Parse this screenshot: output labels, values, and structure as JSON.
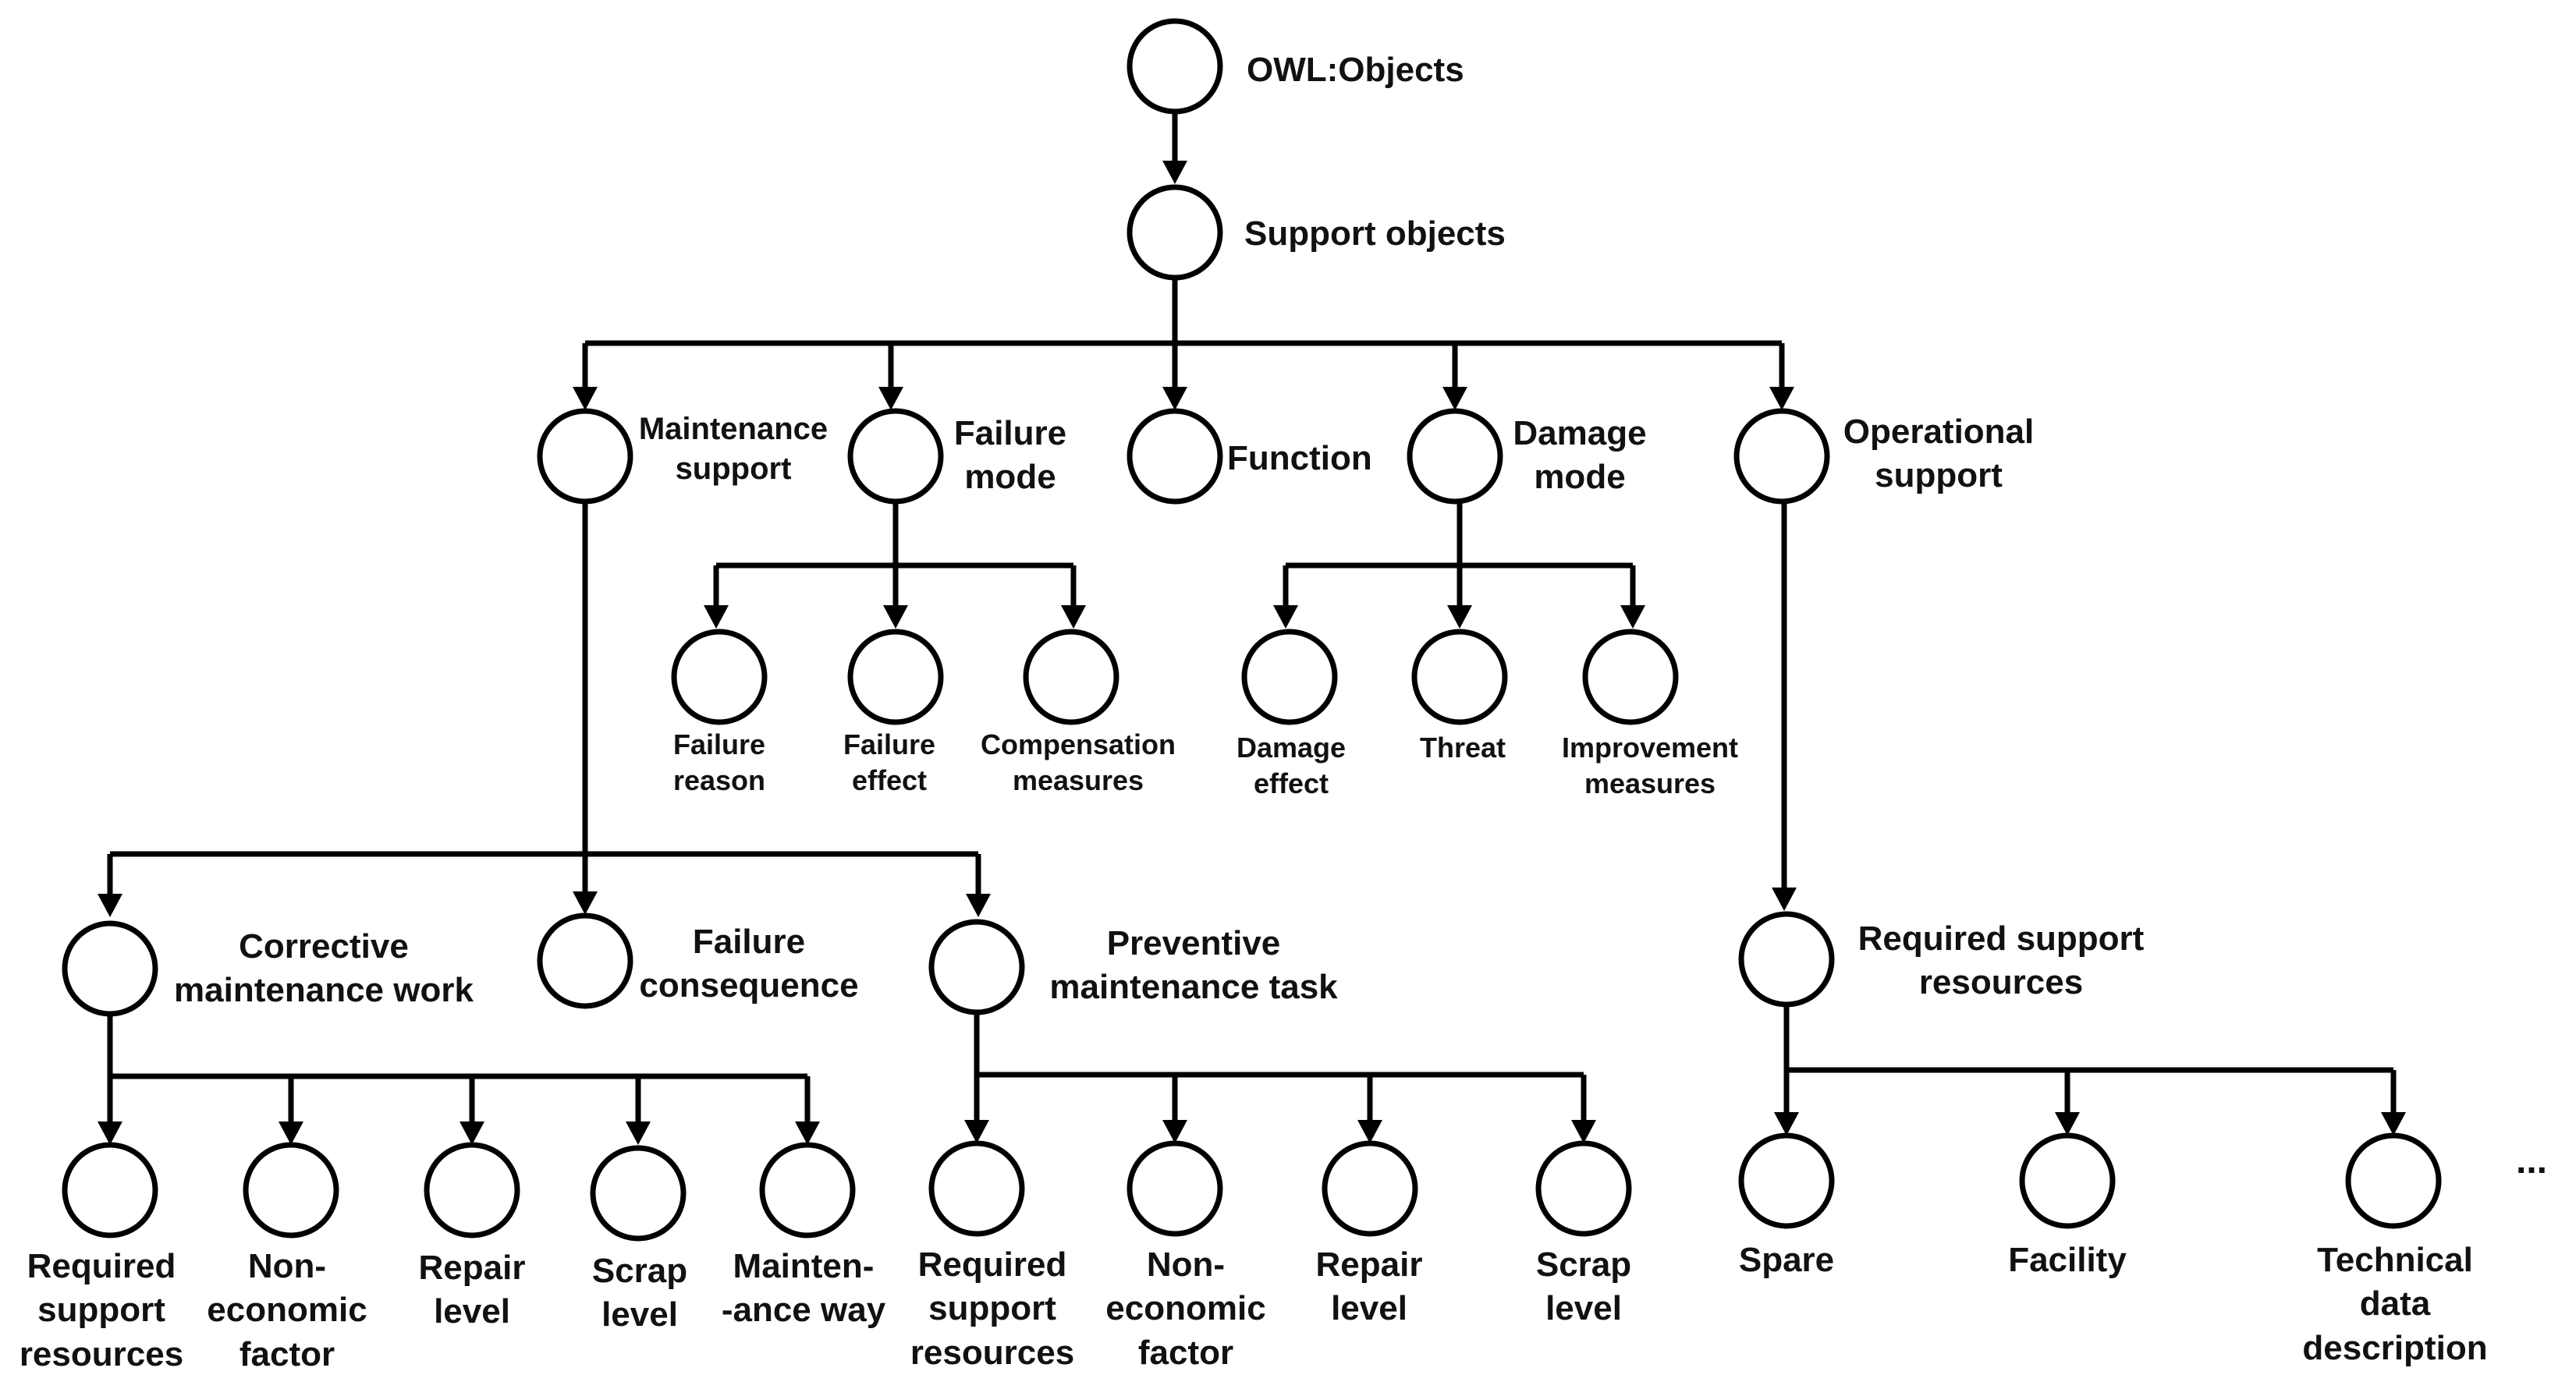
{
  "nodes": {
    "owl_objects": "OWL:Objects",
    "support_objects": "Support objects",
    "maintenance_support": "Maintenance\nsupport",
    "failure_mode": "Failure\nmode",
    "function": "Function",
    "damage_mode": "Damage\nmode",
    "operational_support": "Operational\nsupport",
    "failure_reason": "Failure\nreason",
    "failure_effect": "Failure\neffect",
    "compensation_measures": "Compensation\nmeasures",
    "damage_effect": "Damage\neffect",
    "threat": "Threat",
    "improvement_measures": "Improvement\nmeasures",
    "corrective_maintenance_work": "Corrective\nmaintenance work",
    "failure_consequence": "Failure\nconsequence",
    "preventive_maintenance_task": "Preventive\nmaintenance task",
    "required_support_resources_top": "Required support\nresources",
    "cmw_required_support_resources": "Required\nsupport\nresources",
    "cmw_non_economic_factor": "Non-\neconomic\nfactor",
    "cmw_repair_level": "Repair\nlevel",
    "cmw_scrap_level": "Scrap\nlevel",
    "cmw_maintenance_way": "Mainten-\n-ance way",
    "pmt_required_support_resources": "Required\nsupport\nresources",
    "pmt_non_economic_factor": "Non-\neconomic\nfactor",
    "pmt_repair_level": "Repair\nlevel",
    "pmt_scrap_level": "Scrap\nlevel",
    "spare": "Spare",
    "facility": "Facility",
    "technical_data_description": "Technical\ndata\ndescription",
    "more": "..."
  }
}
